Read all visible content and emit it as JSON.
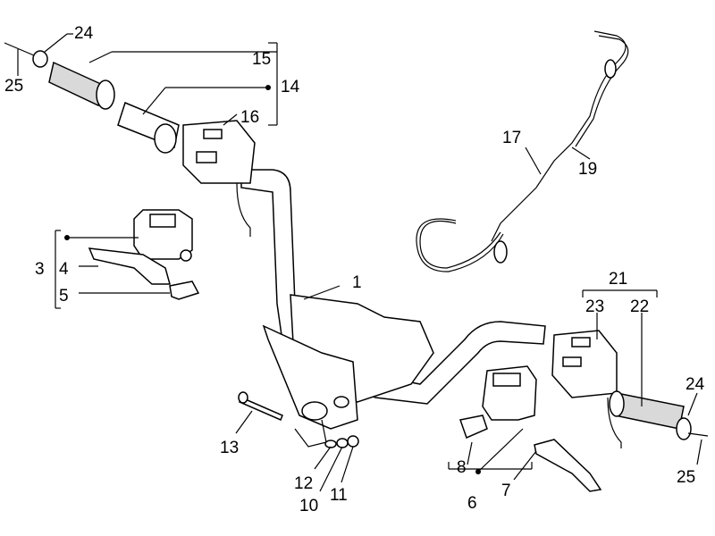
{
  "diagram": {
    "labels": {
      "l1": "1",
      "l3": "3",
      "l4": "4",
      "l5": "5",
      "l6": "6",
      "l7": "7",
      "l8": "8",
      "l10": "10",
      "l11": "11",
      "l12": "12",
      "l13": "13",
      "l14": "14",
      "l15": "15",
      "l16": "16",
      "l17": "17",
      "l19": "19",
      "l21": "21",
      "l22": "22",
      "l23": "23",
      "l24a": "24",
      "l25a": "25",
      "l24b": "24",
      "l25b": "25"
    }
  }
}
